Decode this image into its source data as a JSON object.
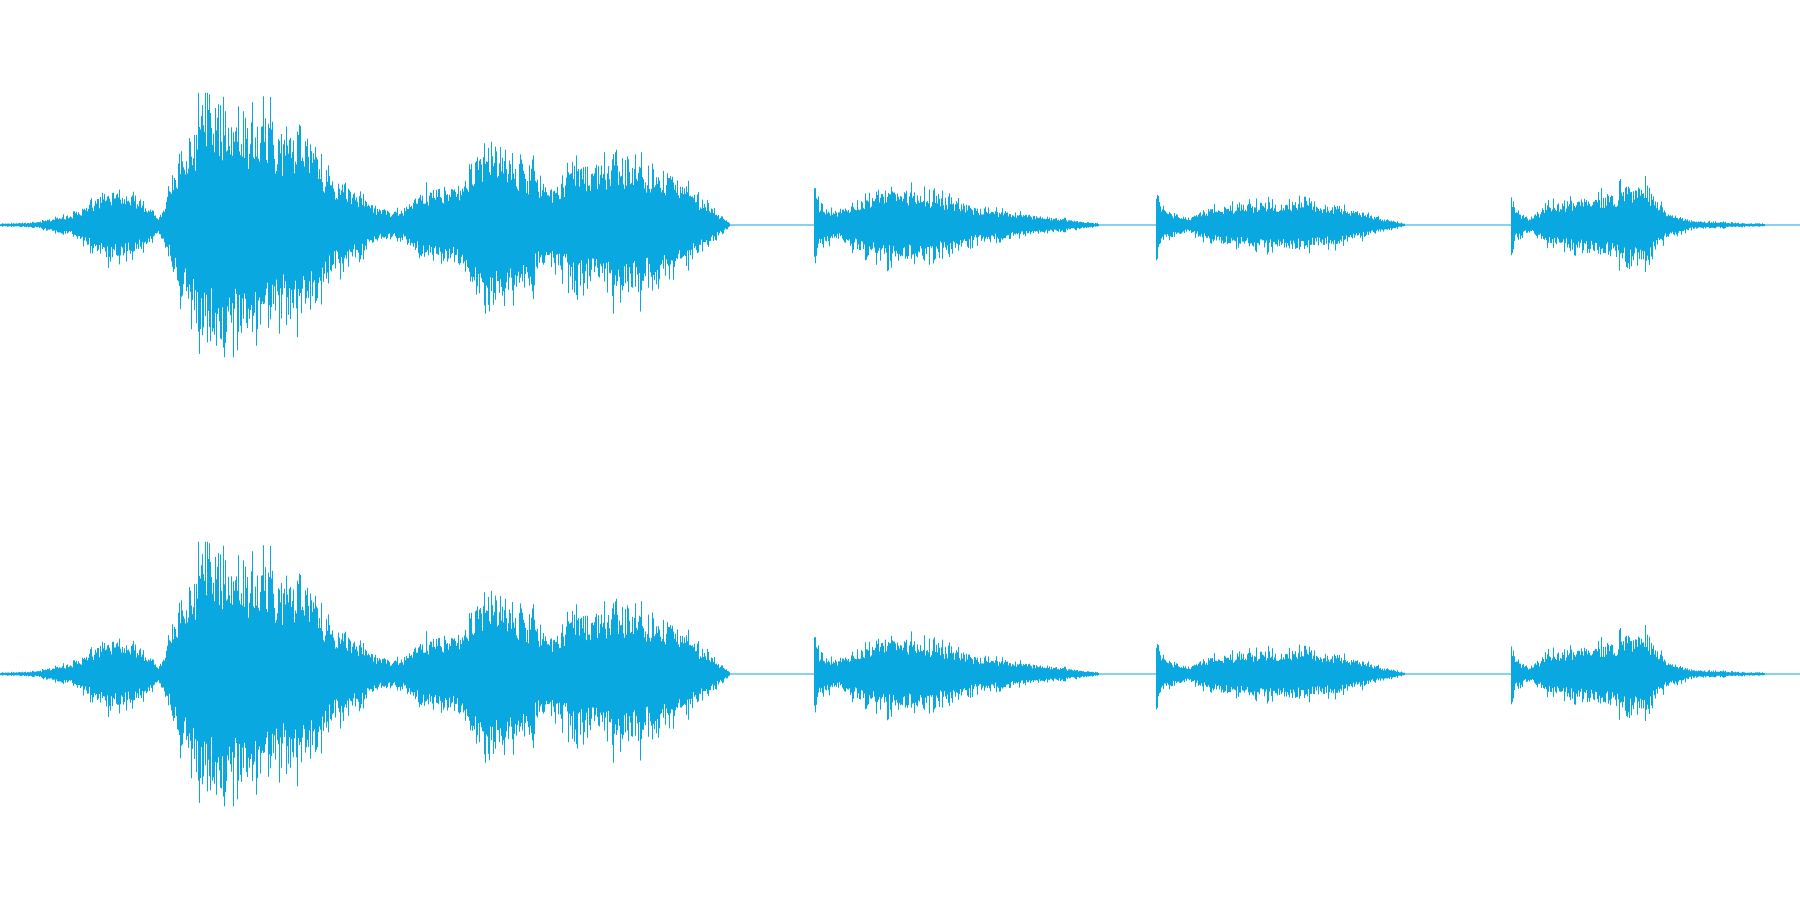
{
  "colors": {
    "background": "#ffffff",
    "waveform": "#0aa8e0"
  },
  "channels": [
    {
      "name": "left-channel"
    },
    {
      "name": "right-channel"
    }
  ],
  "segments": [
    {
      "start": 0.0,
      "end": 0.405,
      "envelope": [
        [
          0.0,
          0.01
        ],
        [
          0.02,
          0.02
        ],
        [
          0.04,
          0.08
        ],
        [
          0.06,
          0.25
        ],
        [
          0.075,
          0.22
        ],
        [
          0.088,
          0.06
        ],
        [
          0.098,
          0.4
        ],
        [
          0.112,
          0.82
        ],
        [
          0.13,
          0.75
        ],
        [
          0.15,
          0.68
        ],
        [
          0.17,
          0.6
        ],
        [
          0.185,
          0.35
        ],
        [
          0.21,
          0.12
        ],
        [
          0.222,
          0.1
        ],
        [
          0.235,
          0.25
        ],
        [
          0.255,
          0.3
        ],
        [
          0.27,
          0.55
        ],
        [
          0.29,
          0.45
        ],
        [
          0.305,
          0.25
        ],
        [
          0.32,
          0.45
        ],
        [
          0.345,
          0.45
        ],
        [
          0.37,
          0.4
        ],
        [
          0.39,
          0.18
        ],
        [
          0.405,
          0.02
        ]
      ],
      "spikes": [
        0.1,
        0.11,
        0.115,
        0.12,
        0.125,
        0.13,
        0.135,
        0.14,
        0.145,
        0.15,
        0.155,
        0.16,
        0.165,
        0.17,
        0.26,
        0.265,
        0.27,
        0.275,
        0.28,
        0.285,
        0.29,
        0.295,
        0.34,
        0.345,
        0.35,
        0.355
      ]
    },
    {
      "start": 0.452,
      "end": 0.61,
      "envelope": [
        [
          0.452,
          0.3
        ],
        [
          0.455,
          0.15
        ],
        [
          0.465,
          0.1
        ],
        [
          0.475,
          0.18
        ],
        [
          0.495,
          0.28
        ],
        [
          0.52,
          0.22
        ],
        [
          0.545,
          0.12
        ],
        [
          0.575,
          0.07
        ],
        [
          0.6,
          0.03
        ],
        [
          0.61,
          0.01
        ]
      ],
      "spikes": []
    },
    {
      "start": 0.642,
      "end": 0.78,
      "envelope": [
        [
          0.642,
          0.3
        ],
        [
          0.645,
          0.12
        ],
        [
          0.66,
          0.05
        ],
        [
          0.67,
          0.12
        ],
        [
          0.69,
          0.16
        ],
        [
          0.72,
          0.18
        ],
        [
          0.745,
          0.14
        ],
        [
          0.765,
          0.06
        ],
        [
          0.78,
          0.01
        ]
      ],
      "spikes": []
    },
    {
      "start": 0.839,
      "end": 0.98,
      "envelope": [
        [
          0.839,
          0.3
        ],
        [
          0.842,
          0.1
        ],
        [
          0.85,
          0.05
        ],
        [
          0.86,
          0.15
        ],
        [
          0.88,
          0.2
        ],
        [
          0.905,
          0.26
        ],
        [
          0.915,
          0.28
        ],
        [
          0.925,
          0.1
        ],
        [
          0.94,
          0.03
        ],
        [
          0.98,
          0.01
        ]
      ],
      "spikes": [
        0.9,
        0.905,
        0.91,
        0.915
      ]
    }
  ]
}
